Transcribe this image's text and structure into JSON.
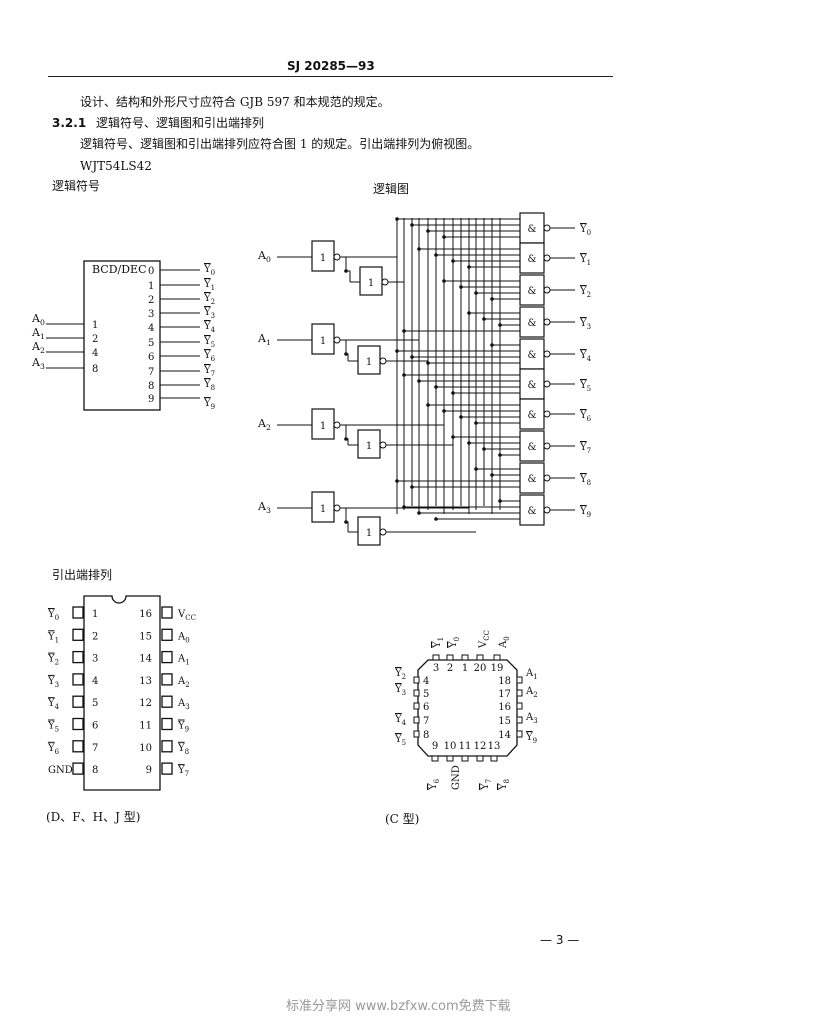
{
  "header": "SJ 20285—93",
  "para1": "设计、结构和外形尺寸应符合 GJB 597 和本规范的规定。",
  "section": {
    "number": "3.2.1",
    "title": "逻辑符号、逻辑图和引出端排列"
  },
  "para2": "逻辑符号、逻辑图和引出端排列应符合图 1 的规定。引出端排列为俯视图。",
  "part": "WJT54LS42",
  "logic_symbol": {
    "heading": "逻辑符号",
    "box_label": "BCD/DEC",
    "inputs": [
      {
        "name": "A0",
        "num": "1"
      },
      {
        "name": "A1",
        "num": "2"
      },
      {
        "name": "A2",
        "num": "4"
      },
      {
        "name": "A3",
        "num": "8"
      }
    ],
    "outputs": [
      {
        "num": "0",
        "name": "Y0"
      },
      {
        "num": "1",
        "name": "Y1"
      },
      {
        "num": "2",
        "name": "Y2"
      },
      {
        "num": "3",
        "name": "Y3"
      },
      {
        "num": "4",
        "name": "Y4"
      },
      {
        "num": "5",
        "name": "Y5"
      },
      {
        "num": "6",
        "name": "Y6"
      },
      {
        "num": "7",
        "name": "Y7"
      },
      {
        "num": "8",
        "name": "Y8"
      },
      {
        "num": "9",
        "name": "Y9"
      }
    ]
  },
  "logic_diagram": {
    "heading": "逻辑图",
    "inputs": [
      "A0",
      "A1",
      "A2",
      "A3"
    ],
    "buffer_label": "1",
    "gate_label": "&",
    "outputs": [
      "Y0",
      "Y1",
      "Y2",
      "Y3",
      "Y4",
      "Y5",
      "Y6",
      "Y7",
      "Y8",
      "Y9"
    ]
  },
  "pinout": {
    "heading": "引出端排列",
    "dip": {
      "left": [
        {
          "name": "Y0",
          "num": "1"
        },
        {
          "name": "Y1",
          "num": "2"
        },
        {
          "name": "Y2",
          "num": "3"
        },
        {
          "name": "Y3",
          "num": "4"
        },
        {
          "name": "Y4",
          "num": "5"
        },
        {
          "name": "Y5",
          "num": "6"
        },
        {
          "name": "Y6",
          "num": "7"
        },
        {
          "name": "GND",
          "num": "8"
        }
      ],
      "right": [
        {
          "num": "16",
          "name": "VCC"
        },
        {
          "num": "15",
          "name": "A0"
        },
        {
          "num": "14",
          "name": "A1"
        },
        {
          "num": "13",
          "name": "A2"
        },
        {
          "num": "12",
          "name": "A3"
        },
        {
          "num": "11",
          "name": "Y9"
        },
        {
          "num": "10",
          "name": "Y8"
        },
        {
          "num": "9",
          "name": "Y7"
        }
      ],
      "caption": "(D、F、H、J 型)"
    },
    "lcc": {
      "top_nums": [
        "3",
        "2",
        "1",
        "20",
        "19"
      ],
      "top_names": [
        "Y1",
        "Y0",
        "VCC",
        "A0"
      ],
      "left_nums": [
        "4",
        "5",
        "6",
        "7",
        "8"
      ],
      "left_names": [
        "Y2",
        "Y3",
        "Y4",
        "Y5"
      ],
      "right_nums": [
        "18",
        "17",
        "16",
        "15",
        "14"
      ],
      "right_names": [
        "A1",
        "A2",
        "A3",
        "Y9"
      ],
      "bottom_nums": [
        "9",
        "10",
        "11",
        "12",
        "13"
      ],
      "bottom_names": [
        "Y6",
        "GND",
        "Y7",
        "Y8"
      ],
      "caption": "(C 型)"
    }
  },
  "page_number": "— 3 —",
  "footer": "标准分享网 www.bzfxw.com免费下载"
}
